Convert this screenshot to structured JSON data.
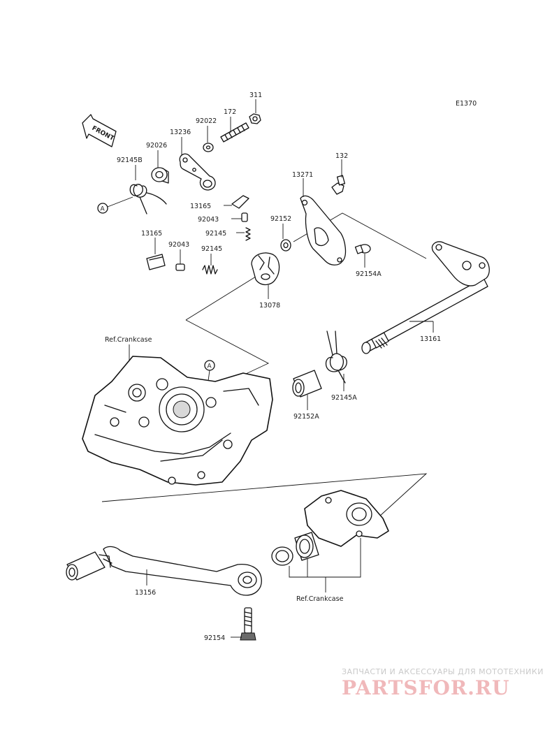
{
  "diagram": {
    "code": "E1370",
    "front_label": "FRONT",
    "callouts": {
      "a": "A",
      "b": "A"
    },
    "parts": {
      "p311": "311",
      "p172": "172",
      "p92022": "92022",
      "p13236": "13236",
      "p92026": "92026",
      "p92145b": "92145B",
      "p132": "132",
      "p13271": "13271",
      "p13165a": "13165",
      "p92043a": "92043",
      "p92145a": "92145",
      "p92152": "92152",
      "p13165b": "13165",
      "p92043b": "92043",
      "p92145c": "92145",
      "p92154a": "92154A",
      "p13078": "13078",
      "p13161": "13161",
      "ref_crankcase_top": "Ref.Crankcase",
      "p92145a_spring": "92145A",
      "p92152a": "92152A",
      "p13156": "13156",
      "ref_crankcase_bottom": "Ref.Crankcase",
      "p92154": "92154"
    }
  },
  "watermark": {
    "tagline": "ЗАПЧАСТИ И АКСЕССУАРЫ ДЛЯ МОТОТЕХНИКИ",
    "logo": "PARTSFOR.RU"
  }
}
